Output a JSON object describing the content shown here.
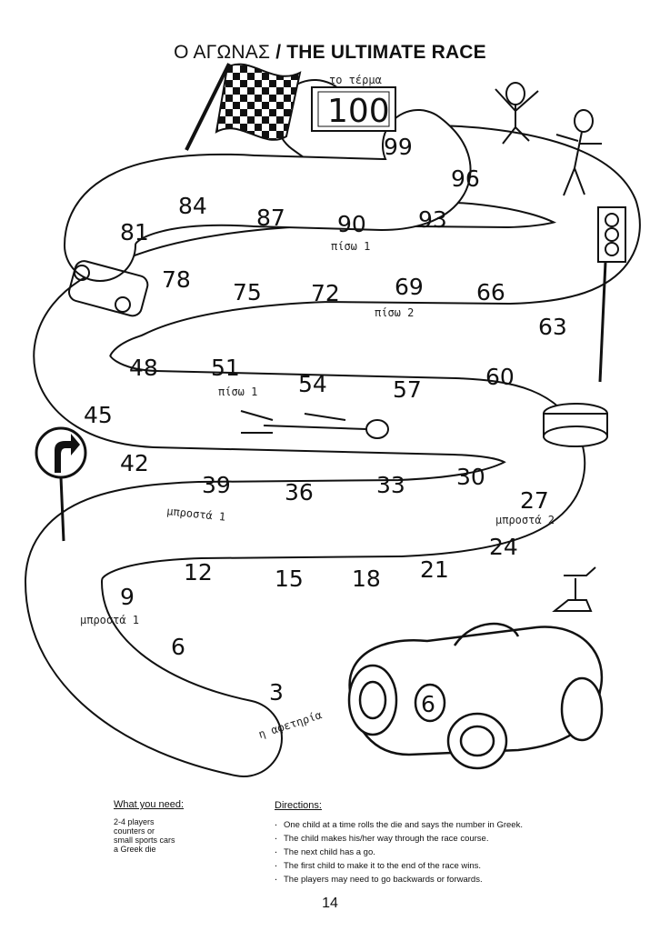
{
  "title": {
    "greek": "Ο ΑΓΩΝΑΣ",
    "separator": "/",
    "english": "THE ULTIMATE RACE"
  },
  "finish": {
    "label": "το τέρμα",
    "number": "100"
  },
  "start_label": "η αφετηρία",
  "squares": [
    "3",
    "6",
    "9",
    "12",
    "15",
    "18",
    "21",
    "24",
    "27",
    "30",
    "33",
    "36",
    "39",
    "42",
    "45",
    "48",
    "51",
    "54",
    "57",
    "60",
    "63",
    "66",
    "69",
    "72",
    "75",
    "78",
    "81",
    "84",
    "87",
    "90",
    "93",
    "96",
    "99"
  ],
  "instructions_on_board": {
    "forward_1_a": "μπροστά 1",
    "forward_1_b": "μπροστά 1",
    "forward_2": "μπροστά 2",
    "back_1_a": "πίσω 1",
    "back_1_b": "πίσω 1",
    "back_2": "πίσω 2"
  },
  "car_number": "6",
  "needs": {
    "heading": "What you need:",
    "items": [
      "2-4 players",
      "counters or",
      "small sports cars",
      "a Greek die"
    ]
  },
  "directions": {
    "heading": "Directions:",
    "items": [
      "One child at a time rolls the die and says the number in Greek.",
      "The child makes his/her way through the race course.",
      "The next child has a go.",
      "The first child to make it to the end of the race wins.",
      "The players may need to go backwards or forwards."
    ]
  },
  "page_number": "14"
}
